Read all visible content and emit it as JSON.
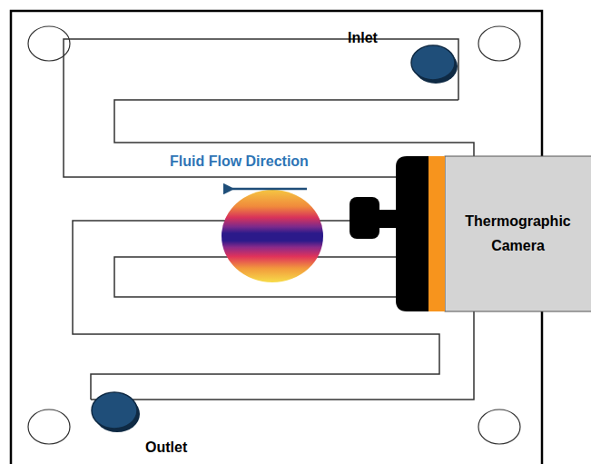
{
  "diagram": {
    "nodes": [
      {
        "text": [
          "Thermographic Camera"
        ]
      }
    ],
    "labels": [
      "Inlet",
      "Fluid Flow Direction",
      "Outlet"
    ]
  }
}
